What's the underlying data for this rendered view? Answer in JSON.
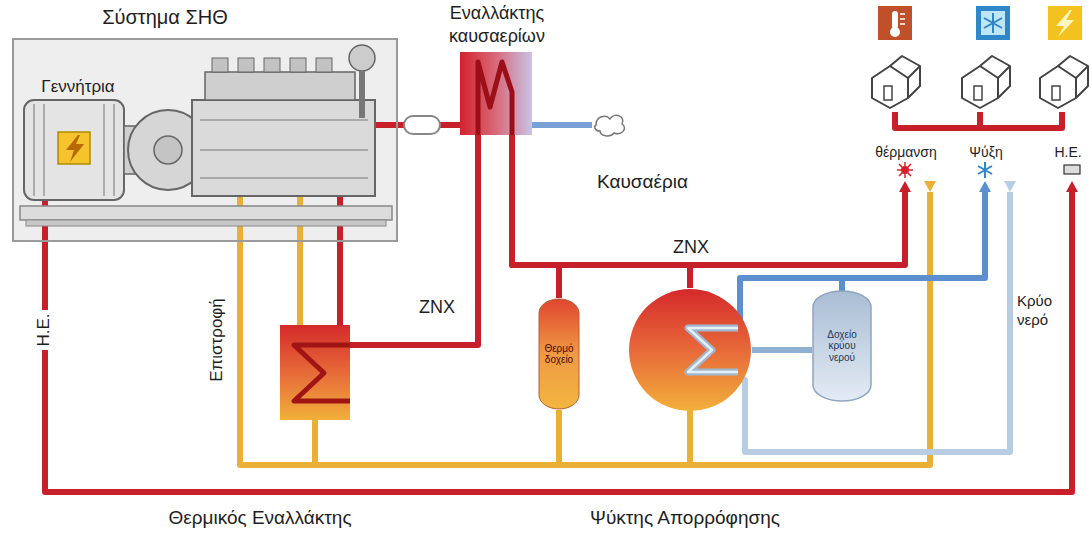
{
  "diagram": {
    "nodes": [
      {
        "text": [
          "Σύστημα ΣΗΘ"
        ]
      },
      {
        "text": [
          "Γεννήτρια"
        ],
        "in": 0
      },
      {
        "text": [
          "Εναλλάκτης καυσαερίων"
        ]
      },
      {
        "text": [
          "Θερμό δοχείο"
        ]
      },
      {
        "text": [
          "Δοχείο κρύου νερού"
        ]
      },
      {
        "text": [
          "Θερμικός Εναλλάκτης"
        ]
      },
      {
        "text": [
          "Ψύκτης Απορρόφησης"
        ]
      }
    ],
    "edges": [
      {
        "from": 0,
        "to": 2,
        "arrow": "none"
      },
      {
        "from": 2,
        "to": 5,
        "label": "ΖΝΧ",
        "arrow": "none"
      },
      {
        "from": 2,
        "to": 3,
        "arrow": "none"
      },
      {
        "from": 2,
        "to": 6,
        "label": "ΖΝΧ",
        "arrow": "none"
      },
      {
        "from": 5,
        "to": 0,
        "label": "Επιστροφή",
        "arrow": "none"
      },
      {
        "from": 6,
        "to": 4,
        "arrow": "none"
      }
    ],
    "labels": [
      "Καυσαέρια",
      "θέρμανση",
      "Ψύξη",
      "Η.Ε.",
      "Κρύο νερό",
      "Η.Ε."
    ]
  }
}
